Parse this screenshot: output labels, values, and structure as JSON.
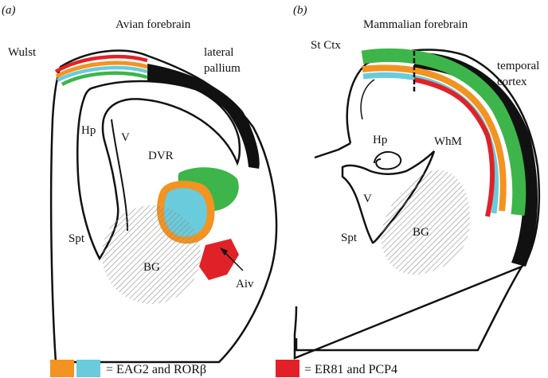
{
  "panels": [
    {
      "id": "a",
      "panel_label": "(a)",
      "title": "Avian forebrain",
      "labels": {
        "wulst": "Wulst",
        "lateral_pallium": [
          "lateral",
          "pallium"
        ],
        "hp": "Hp",
        "v": "V",
        "dvr": "DVR",
        "spt": "Spt",
        "bg": "BG",
        "aiv": "Aiv"
      }
    },
    {
      "id": "b",
      "panel_label": "(b)",
      "title": "Mammalian forebrain",
      "labels": {
        "st_ctx": "St Ctx",
        "temporal_cortex": [
          "temporal",
          "cortex"
        ],
        "hp": "Hp",
        "whm": "WhM",
        "v": "V",
        "spt": "Spt",
        "bg": "BG"
      }
    }
  ],
  "legend": [
    {
      "swatches": [
        "#F39321",
        "#69CBDB"
      ],
      "text": "= EAG2 and RORβ"
    },
    {
      "swatches": [
        "#E02228"
      ],
      "text": "= ER81 and PCP4"
    }
  ],
  "colors": {
    "orange": "#F39321",
    "cyan": "#69CBDB",
    "red": "#E02228",
    "green": "#3DB54A",
    "outline": "#111111",
    "hatch": "#8c8c8c"
  }
}
